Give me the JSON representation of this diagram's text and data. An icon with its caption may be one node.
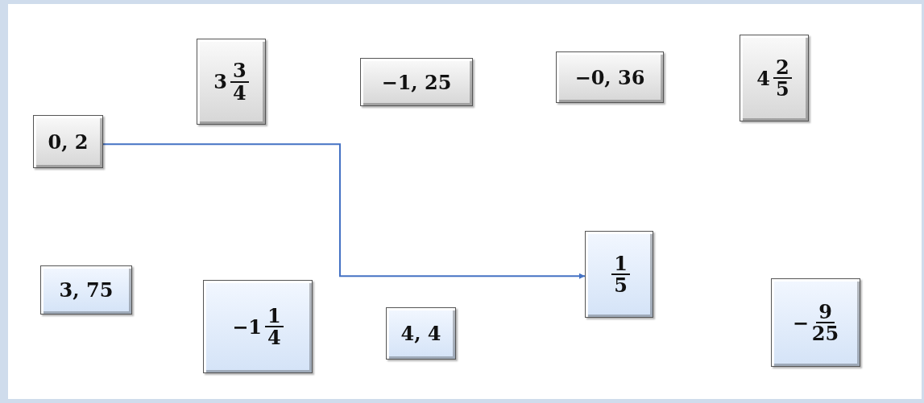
{
  "diagram": {
    "nodes": [
      {
        "text": [
          "3",
          "3",
          "4"
        ]
      },
      {
        "text": [
          "−1, 25"
        ]
      },
      {
        "text": [
          "−0, 36"
        ]
      },
      {
        "text": [
          "4",
          "2",
          "5"
        ]
      },
      {
        "text": [
          "0, 2"
        ]
      },
      {
        "text": [
          "3, 75"
        ]
      },
      {
        "text": [
          "−1",
          "1",
          "4"
        ]
      },
      {
        "text": [
          "4, 4"
        ]
      },
      {
        "text": [
          "1",
          "5"
        ]
      },
      {
        "text": [
          "−",
          "9",
          "25"
        ]
      }
    ],
    "edges": [
      {
        "from": 4,
        "to": 8,
        "arrow": "to",
        "color": "#4472c4"
      }
    ]
  }
}
